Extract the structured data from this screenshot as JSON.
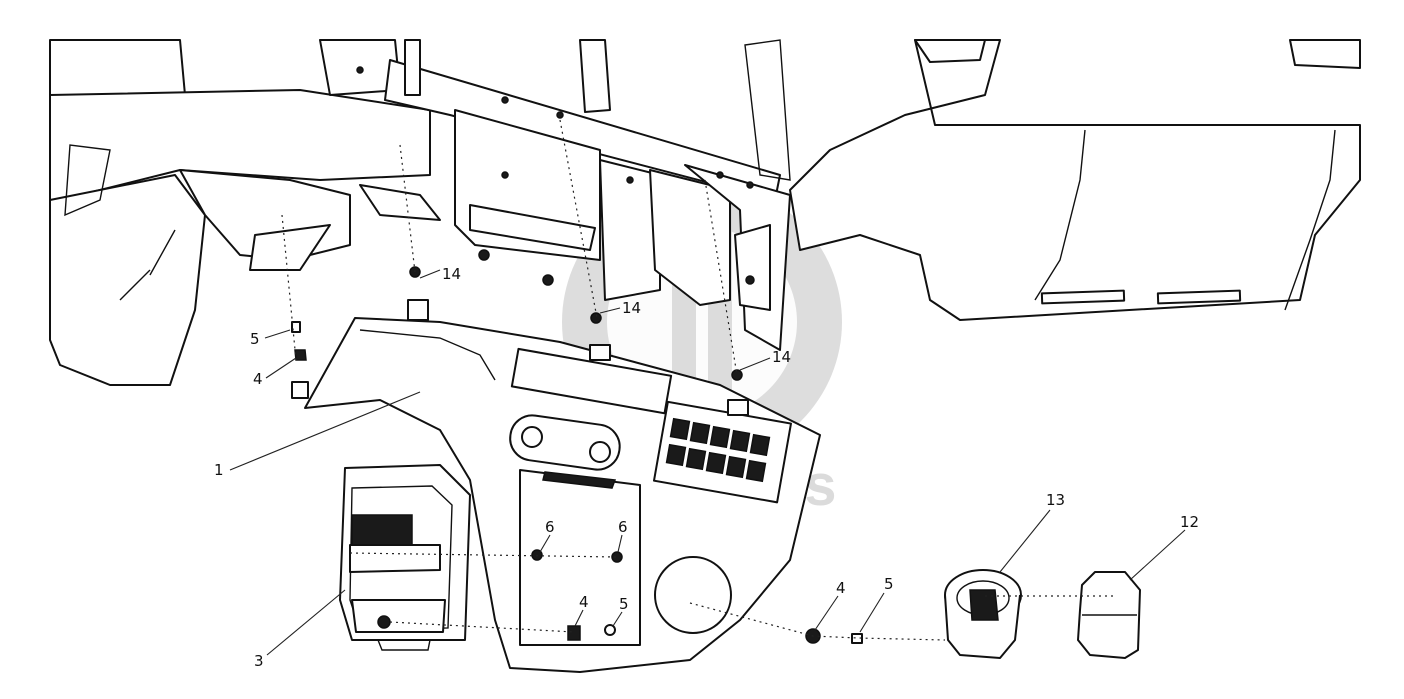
{
  "watermark": {
    "text": "delta-parts"
  },
  "callouts": {
    "c1": "1",
    "c3": "3",
    "c4a": "4",
    "c4b": "4",
    "c4c": "4",
    "c5a": "5",
    "c5b": "5",
    "c5c": "5",
    "c6a": "6",
    "c6b": "6",
    "c12": "12",
    "c13": "13",
    "c14a": "14",
    "c14b": "14",
    "c14c": "14"
  }
}
